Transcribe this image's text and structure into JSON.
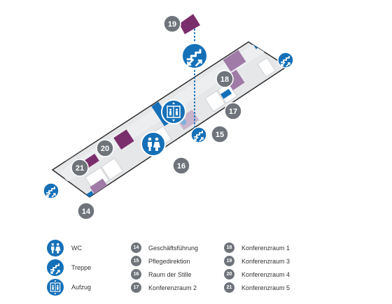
{
  "map": {
    "colors": {
      "building_fill": "#e6e7e9",
      "building_outline": "#2b2b2b",
      "room_fill": "#ffffff",
      "highlight_light": "#a07ba7",
      "highlight_dark": "#7b2e6c",
      "service_blue": "#1570b8",
      "marker_grey": "#6f747b",
      "dotted_line": "#1570b8"
    },
    "markers": [
      "14",
      "15",
      "16",
      "17",
      "18",
      "19",
      "20",
      "21"
    ],
    "icons": [
      "stairs-icon",
      "stairs-icon",
      "stairs-icon",
      "stairs-icon",
      "elevator-icon",
      "wc-icon"
    ]
  },
  "legend": {
    "icons": [
      {
        "icon": "wc-icon",
        "label": "WC"
      },
      {
        "icon": "stairs-icon",
        "label": "Treppe"
      },
      {
        "icon": "elevator-icon",
        "label": "Aufzug"
      }
    ],
    "rooms_left": [
      {
        "number": "14",
        "label": "Geschäftsführung"
      },
      {
        "number": "15",
        "label": "Pflegedirektion"
      },
      {
        "number": "16",
        "label": "Raum der Stille"
      },
      {
        "number": "17",
        "label": "Konferenzraum 2"
      }
    ],
    "rooms_right": [
      {
        "number": "18",
        "label": "Konferenzraum 1"
      },
      {
        "number": "19",
        "label": "Konferenzraum 3"
      },
      {
        "number": "20",
        "label": "Konferenzraum 4"
      },
      {
        "number": "21",
        "label": "Konferenzraum 5"
      }
    ]
  }
}
